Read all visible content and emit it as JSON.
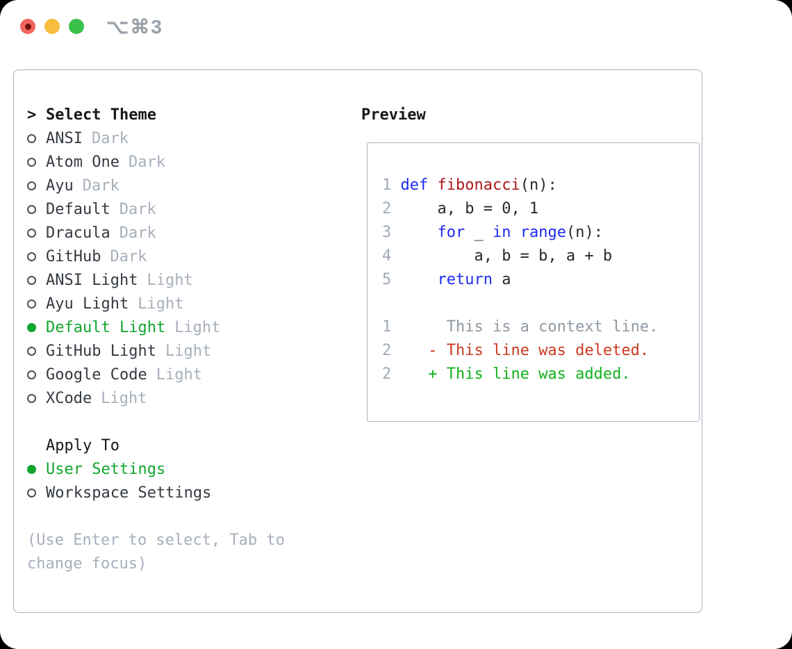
{
  "window": {
    "shortcut_label": "⌥⌘3"
  },
  "palette": {
    "accent_green": "#10a52d",
    "keyword_blue": "#1e2bf2",
    "function_red": "#ab1717",
    "deleted_red": "#cb3a21",
    "added_green": "#13b31c",
    "muted_gray": "#a7afbb",
    "text_dark": "#343a41",
    "border_gray": "#a8b1bb",
    "traffic_red": "#f2655e",
    "traffic_yellow": "#f6bd3e",
    "traffic_green": "#3ac14b"
  },
  "theme_panel": {
    "pointer": ">",
    "header": "Select Theme",
    "items": [
      {
        "name": "ANSI",
        "tag": "Dark",
        "selected": false
      },
      {
        "name": "Atom One",
        "tag": "Dark",
        "selected": false
      },
      {
        "name": "Ayu",
        "tag": "Dark",
        "selected": false
      },
      {
        "name": "Default",
        "tag": "Dark",
        "selected": false
      },
      {
        "name": "Dracula",
        "tag": "Dark",
        "selected": false
      },
      {
        "name": "GitHub",
        "tag": "Dark",
        "selected": false
      },
      {
        "name": "ANSI Light",
        "tag": "Light",
        "selected": false
      },
      {
        "name": "Ayu Light",
        "tag": "Light",
        "selected": false
      },
      {
        "name": "Default Light",
        "tag": "Light",
        "selected": true
      },
      {
        "name": "GitHub Light",
        "tag": "Light",
        "selected": false
      },
      {
        "name": "Google Code",
        "tag": "Light",
        "selected": false
      },
      {
        "name": "XCode",
        "tag": "Light",
        "selected": false
      }
    ]
  },
  "apply_panel": {
    "header": "Apply To",
    "options": [
      {
        "label": "User Settings",
        "selected": true
      },
      {
        "label": "Workspace Settings",
        "selected": false
      }
    ]
  },
  "help": {
    "line1": "(Use Enter to select, Tab to",
    "line2": "change focus)"
  },
  "preview": {
    "header": "Preview",
    "lines": [
      {
        "segments": [
          {
            "c": "num",
            "t": "1 "
          },
          {
            "c": "kw",
            "t": "def"
          },
          {
            "c": "plain",
            "t": " "
          },
          {
            "c": "fn",
            "t": "fibonacci"
          },
          {
            "c": "plain",
            "t": "(n):"
          }
        ]
      },
      {
        "segments": [
          {
            "c": "num",
            "t": "2 "
          },
          {
            "c": "plain",
            "t": "    a, b = 0, 1"
          }
        ]
      },
      {
        "segments": [
          {
            "c": "num",
            "t": "3 "
          },
          {
            "c": "plain",
            "t": "    "
          },
          {
            "c": "kw",
            "t": "for"
          },
          {
            "c": "plain",
            "t": " _ "
          },
          {
            "c": "kw",
            "t": "in"
          },
          {
            "c": "plain",
            "t": " "
          },
          {
            "c": "kw",
            "t": "range"
          },
          {
            "c": "plain",
            "t": "(n):"
          }
        ]
      },
      {
        "segments": [
          {
            "c": "num",
            "t": "4 "
          },
          {
            "c": "plain",
            "t": "        a, b = b, a + b"
          }
        ]
      },
      {
        "segments": [
          {
            "c": "num",
            "t": "5 "
          },
          {
            "c": "plain",
            "t": "    "
          },
          {
            "c": "kw",
            "t": "return"
          },
          {
            "c": "plain",
            "t": " a"
          }
        ]
      },
      {
        "segments": []
      },
      {
        "segments": [
          {
            "c": "num",
            "t": "1 "
          },
          {
            "c": "ctx",
            "t": "     This is a context line."
          }
        ]
      },
      {
        "segments": [
          {
            "c": "num",
            "t": "2 "
          },
          {
            "c": "del",
            "t": "   - This line was deleted."
          }
        ]
      },
      {
        "segments": [
          {
            "c": "num",
            "t": "2 "
          },
          {
            "c": "add",
            "t": "   + This line was added."
          }
        ]
      }
    ]
  }
}
